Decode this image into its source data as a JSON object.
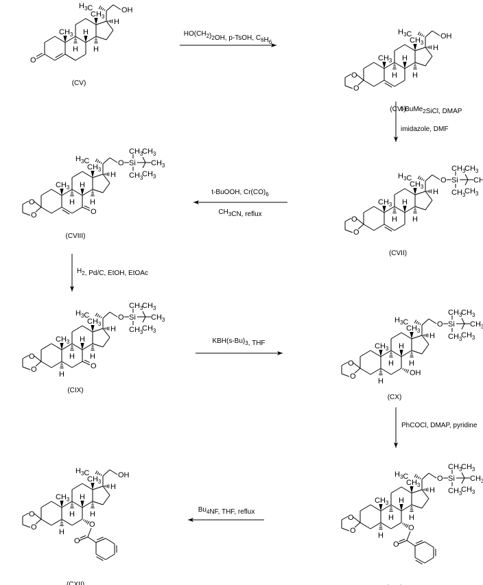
{
  "title": "Synthesis scheme: compounds CV to CXII",
  "compounds": [
    {
      "id": "CV",
      "label": "(CV)",
      "ring_a": "enone",
      "b_ring": "none",
      "c7": "none",
      "side_chain": "OH"
    },
    {
      "id": "CVI",
      "label": "(CVI)",
      "ring_a": "ketal",
      "b_ring": "5-ene",
      "c7": "none",
      "side_chain": "OH"
    },
    {
      "id": "CVII",
      "label": "(CVII)",
      "ring_a": "ketal",
      "b_ring": "5-ene",
      "c7": "none",
      "side_chain": "OTBS"
    },
    {
      "id": "CVIII",
      "label": "(CVIII)",
      "ring_a": "ketal",
      "b_ring": "5-ene",
      "c7": "ketone",
      "side_chain": "OTBS"
    },
    {
      "id": "CIX",
      "label": "(CIX)",
      "ring_a": "ketal",
      "b_ring": "5alpha-H",
      "c7": "ketone",
      "side_chain": "OTBS"
    },
    {
      "id": "CX",
      "label": "(CX)",
      "ring_a": "ketal",
      "b_ring": "5alpha-H",
      "c7": "alpha-OH",
      "side_chain": "OTBS"
    },
    {
      "id": "CXI",
      "label": "(CXI)",
      "ring_a": "ketal",
      "b_ring": "5alpha-H",
      "c7": "alpha-OBz",
      "side_chain": "OTBS"
    },
    {
      "id": "CXII",
      "label": "(CXII)",
      "ring_a": "ketal",
      "b_ring": "5alpha-H",
      "c7": "alpha-OBz",
      "side_chain": "OH"
    }
  ],
  "atoms": {
    "methyl": "CH",
    "methyl_sub": "3",
    "h3c_main": "H",
    "h3c_sub": "3",
    "h3c_tail": "C",
    "hydrogen": "H",
    "oxygen": "O",
    "hydroxyl": "OH",
    "silicon": "Si"
  },
  "reactions": [
    {
      "id": "r1",
      "from": "CV",
      "to": "CVI",
      "direction": "right",
      "line1": [
        [
          "HO(CH",
          ""
        ],
        [
          "2",
          "sub"
        ],
        [
          ")",
          ""
        ],
        [
          "2",
          "sub"
        ],
        [
          "OH, p-TsOH, C",
          ""
        ],
        [
          "6",
          "sub"
        ],
        [
          "H",
          ""
        ],
        [
          "6",
          "sub"
        ]
      ],
      "line2": []
    },
    {
      "id": "r2",
      "from": "CVI",
      "to": "CVII",
      "direction": "down",
      "line1": [
        [
          "t-BuMe",
          ""
        ],
        [
          "2",
          "sub"
        ],
        [
          "SiCl, DMAP",
          ""
        ]
      ],
      "line2": [
        [
          "imidazole, DMF",
          ""
        ]
      ]
    },
    {
      "id": "r3",
      "from": "CVII",
      "to": "CVIII",
      "direction": "left",
      "line1": [
        [
          "t-BuOOH, Cr(CO)",
          ""
        ],
        [
          "6",
          "sub"
        ]
      ],
      "line2": [
        [
          "CH",
          ""
        ],
        [
          "3",
          "sub"
        ],
        [
          "CN, reflux",
          ""
        ]
      ]
    },
    {
      "id": "r4",
      "from": "CVIII",
      "to": "CIX",
      "direction": "down",
      "line1": [
        [
          "H",
          ""
        ],
        [
          "2",
          "sub"
        ],
        [
          ", Pd/C, EtOH, EtOAc",
          ""
        ]
      ],
      "line2": []
    },
    {
      "id": "r5",
      "from": "CIX",
      "to": "CX",
      "direction": "right",
      "line1": [
        [
          "KBH(s-Bu)",
          ""
        ],
        [
          "3",
          "sub"
        ],
        [
          ", THF",
          ""
        ]
      ],
      "line2": []
    },
    {
      "id": "r6",
      "from": "CX",
      "to": "CXI",
      "direction": "down",
      "line1": [
        [
          "PhCOCl, DMAP, pyridine",
          ""
        ]
      ],
      "line2": []
    },
    {
      "id": "r7",
      "from": "CXI",
      "to": "CXII",
      "direction": "left",
      "line1": [
        [
          "Bu",
          ""
        ],
        [
          "4",
          "sub"
        ],
        [
          "NF, THF, reflux",
          ""
        ]
      ],
      "line2": []
    }
  ]
}
